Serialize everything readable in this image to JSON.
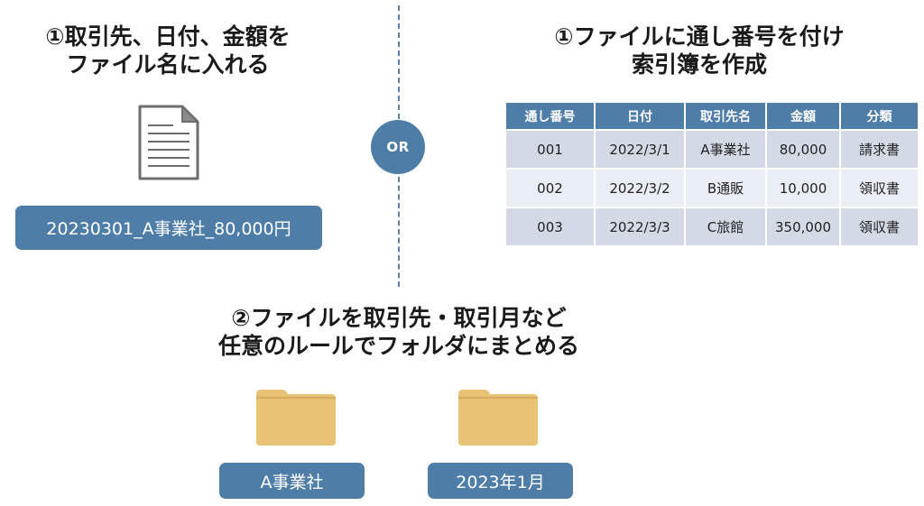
{
  "left": {
    "title_line1": "①取引先、日付、金額を",
    "title_line2": "ファイル名に入れる",
    "filename": "20230301_A事業社_80,000円"
  },
  "right": {
    "title_line1": "①ファイルに通し番号を付け",
    "title_line2": "索引簿を作成",
    "table": {
      "headers": [
        "通し番号",
        "日付",
        "取引先名",
        "金額",
        "分類"
      ],
      "rows": [
        [
          "001",
          "2022/3/1",
          "A事業社",
          "80,000",
          "請求書"
        ],
        [
          "002",
          "2022/3/2",
          "B通販",
          "10,000",
          "領収書"
        ],
        [
          "003",
          "2022/3/3",
          "C旅館",
          "350,000",
          "領収書"
        ]
      ]
    }
  },
  "divider": {
    "label": "OR"
  },
  "bottom": {
    "title_line1": "②ファイルを取引先・取引月など",
    "title_line2": "任意のルールでフォルダにまとめる",
    "folders": [
      {
        "label": "A事業社",
        "icon": "folder-icon"
      },
      {
        "label": "2023年1月",
        "icon": "folder-icon"
      }
    ]
  },
  "colors": {
    "accent": "#4e7ea8",
    "table_row_dark": "#d3dae6",
    "table_row_light": "#e9edf4",
    "folder": "#e8c375",
    "folder_tab": "#d9ab5e"
  }
}
